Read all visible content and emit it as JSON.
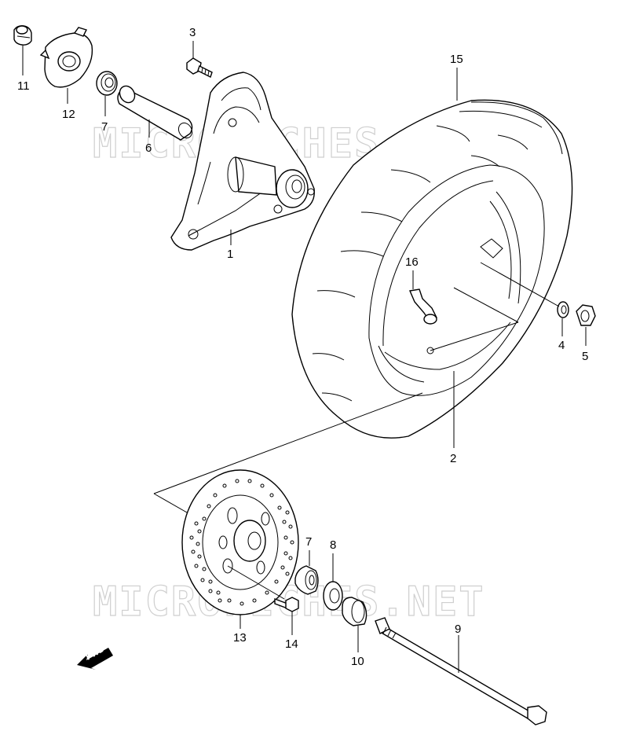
{
  "watermark": {
    "top": "MICROFICHES.NET",
    "bottom": "MICROFICHES.NET"
  },
  "labels": {
    "p1": "1",
    "p2": "2",
    "p3": "3",
    "p4": "4",
    "p5": "5",
    "p6": "6",
    "p7a": "7",
    "p7b": "7",
    "p8": "8",
    "p9": "9",
    "p10": "10",
    "p11": "11",
    "p12": "12",
    "p13": "13",
    "p14": "14",
    "p15": "15",
    "p16": "16"
  },
  "fwd": {
    "text": "FWD"
  }
}
